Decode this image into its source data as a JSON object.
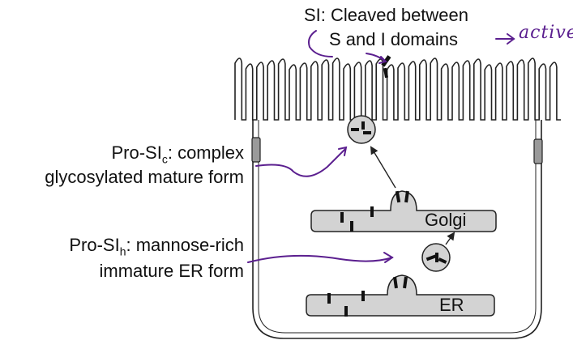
{
  "title_line1": "SI: Cleaved between",
  "title_line2": "S and I domains",
  "annotation": "active",
  "label_complex": {
    "prefix": "Pro-SI",
    "subscript": "c",
    "suffix": ": complex",
    "line2": "glycosylated mature form"
  },
  "label_mannose": {
    "prefix": "Pro-SI",
    "subscript": "h",
    "suffix": ": mannose-rich",
    "line2": "immature ER form"
  },
  "golgi_label": "Golgi",
  "er_label": "ER",
  "colors": {
    "organelle_fill": "#d3d3d3",
    "outline": "#222222",
    "handwriting": "#5b1f8f"
  }
}
